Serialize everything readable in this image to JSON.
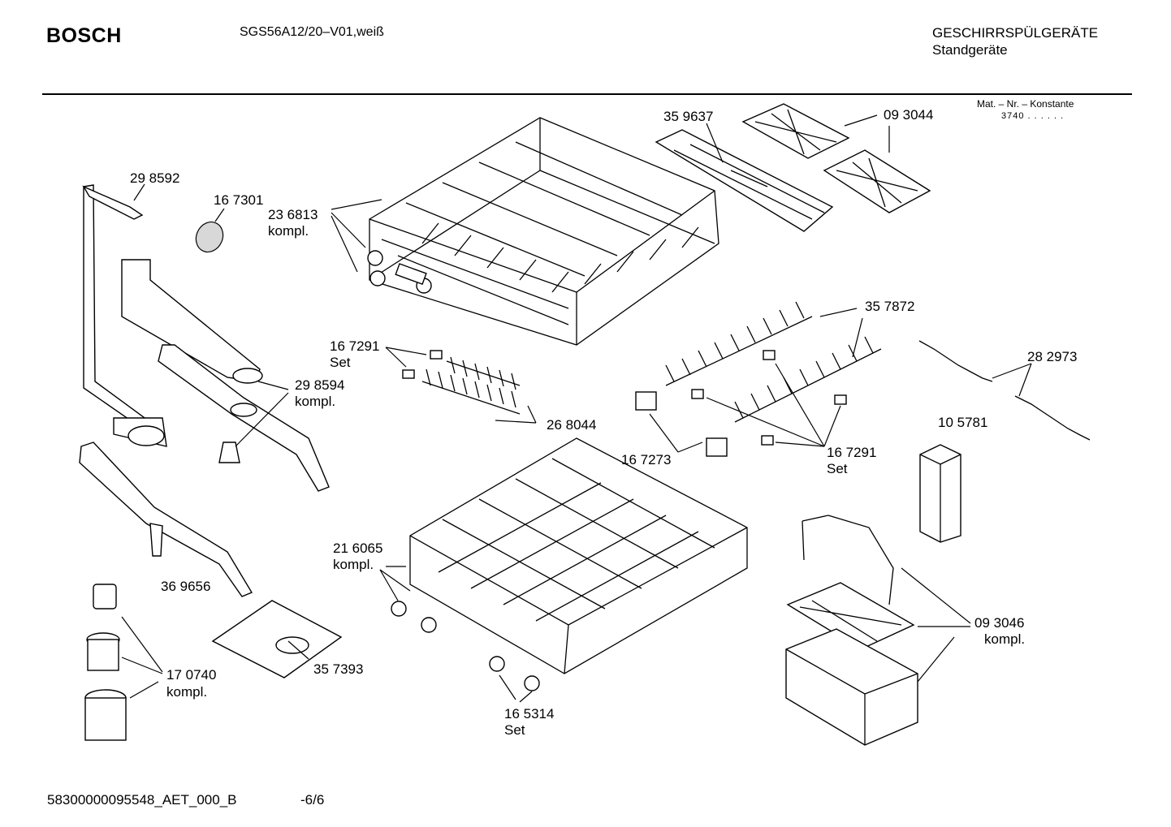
{
  "header": {
    "brand": "BOSCH",
    "model": "SGS56A12/20–V01,weiß",
    "category": "GESCHIRRSPÜLGERÄTE",
    "subcategory": "Standgeräte",
    "mat_nr_label": "Mat. – Nr. – Konstante",
    "mat_nr_value": "3740  .  .    .  .  .  ."
  },
  "parts": {
    "p298592": "29 8592",
    "p167301": "16 7301",
    "p236813": "23 6813",
    "p236813_sub": "kompl.",
    "p359637": "35 9637",
    "p093044": "09 3044",
    "p167291a": "16 7291",
    "p167291a_sub": "Set",
    "p357872": "35 7872",
    "p282973": "28 2973",
    "p298594": "29 8594",
    "p298594_sub": "kompl.",
    "p268044": "26 8044",
    "p105781": "10 5781",
    "p167273": "16 7273",
    "p167291b": "16 7291",
    "p167291b_sub": "Set",
    "p216065": "21 6065",
    "p216065_sub": "kompl.",
    "p369656": "36 9656",
    "p093046": "09 3046",
    "p093046_sub": "kompl.",
    "p357393": "35 7393",
    "p170740": "17 0740",
    "p170740_sub": "kompl.",
    "p165314": "16 5314",
    "p165314_sub": "Set"
  },
  "footer": {
    "doc_id": "58300000095548_AET_000_B",
    "page": "-6/6"
  }
}
